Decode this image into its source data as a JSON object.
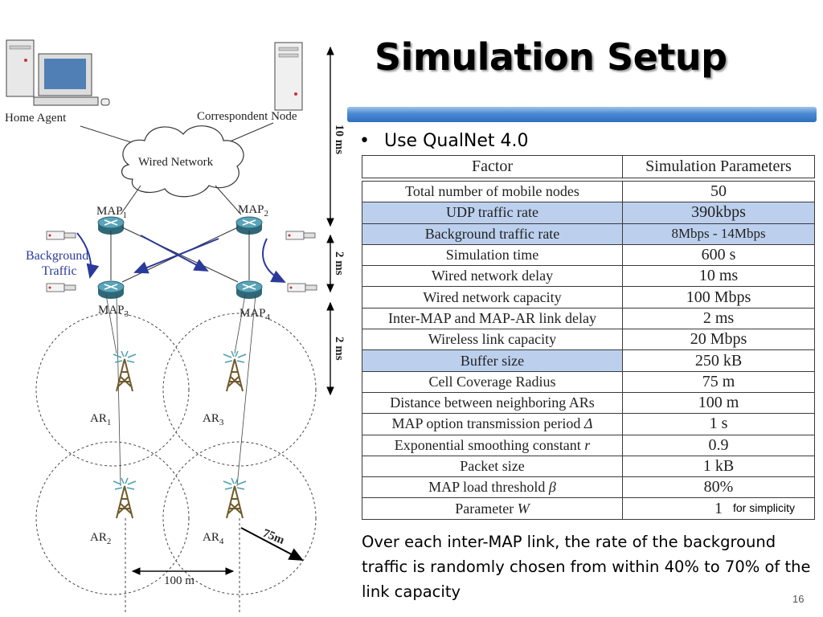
{
  "title": "Simulation Setup",
  "bullet": {
    "marker": "•",
    "text": "Use  QualNet 4.0"
  },
  "table": {
    "headers": [
      "Factor",
      "Simulation  Parameters"
    ],
    "rows": [
      {
        "factor": "Total number of mobile nodes",
        "value": "50"
      },
      {
        "factor": "UDP traffic rate",
        "value": "390kbps",
        "highlight": "row"
      },
      {
        "factor": "Background traffic rate",
        "value": "8Mbps - 14Mbps",
        "highlight": "row"
      },
      {
        "factor": "Simulation time",
        "value": "600  s"
      },
      {
        "factor": "Wired network delay",
        "value": "10  ms"
      },
      {
        "factor": "Wired network capacity",
        "value": "100  Mbps"
      },
      {
        "factor": "Inter-MAP and MAP-AR link delay",
        "value": "2  ms"
      },
      {
        "factor": "Wireless link capacity",
        "value": "20  Mbps"
      },
      {
        "factor": "Buffer size",
        "value": "250  kB",
        "highlight": "factor"
      },
      {
        "factor": "Cell Coverage Radius",
        "value": "75  m"
      },
      {
        "factor": "Distance between neighboring ARs",
        "value": "100  m"
      },
      {
        "factor": "MAP option transmission period",
        "symbol": "Δ",
        "value": "1  s"
      },
      {
        "factor": "Exponential smoothing constant",
        "symbol": "r",
        "value": "0.9"
      },
      {
        "factor": "Packet size",
        "value": "1  kB"
      },
      {
        "factor": "MAP load threshold",
        "symbol": "β",
        "value": "80%"
      },
      {
        "factor": "Parameter",
        "symbol": "W",
        "value": "1"
      }
    ]
  },
  "note": "for simplicity",
  "paragraph": "Over each inter-MAP link, the rate of the background traffic is randomly chosen from within 40% to 70% of the link capacity",
  "page_number": "16",
  "diagram": {
    "home_agent": "Home Agent",
    "correspondent_node": "Correspondent Node",
    "wired_network": "Wired Network",
    "background_traffic": [
      "Background",
      "Traffic"
    ],
    "map_label": "MAP",
    "map_subscripts": [
      "1",
      "2",
      "3",
      "4"
    ],
    "ar_label": "AR",
    "ar_subscripts": [
      "1",
      "2",
      "3",
      "4"
    ],
    "delays": [
      "10 ms",
      "2 ms",
      "2 ms"
    ],
    "radius_label": "75m",
    "distance_label": "100 m"
  },
  "colors": {
    "title_bar": "#2f6fbe",
    "highlight": "#bcd0ee",
    "router": "#4a8fa3"
  }
}
